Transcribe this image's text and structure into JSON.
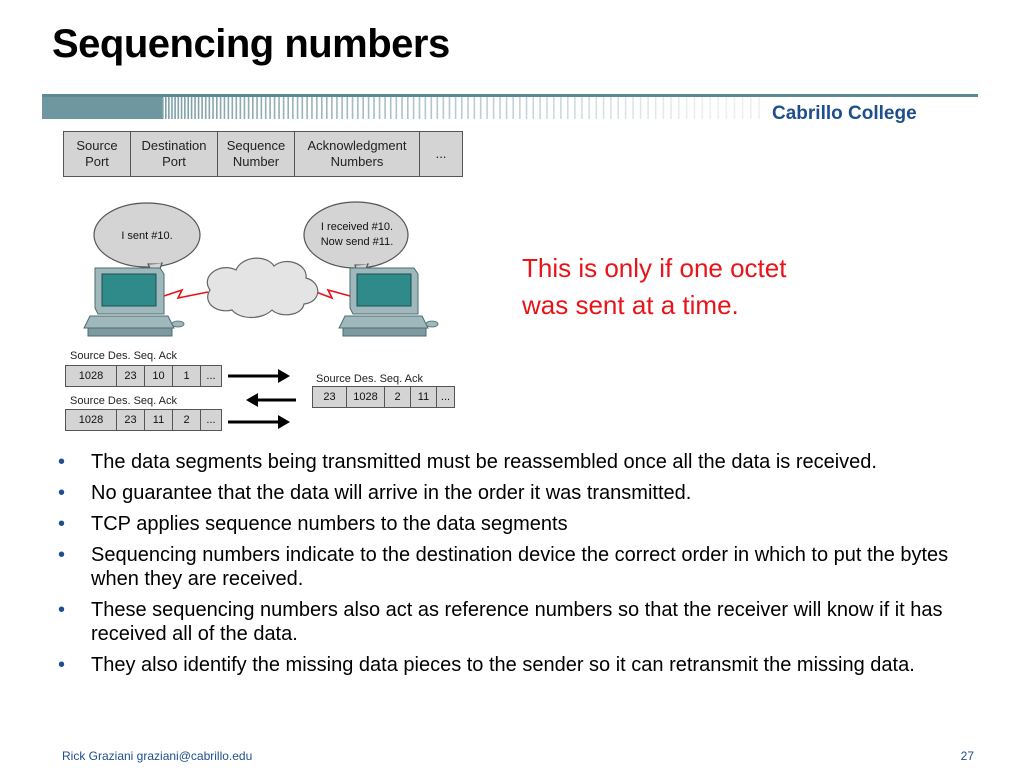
{
  "slide": {
    "title": "Sequencing numbers",
    "college": "Cabrillo College",
    "note_line1": "This is only if one octet",
    "note_line2": "was sent at a time.",
    "footer_author": "Rick Graziani  graziani@cabrillo.edu",
    "page_number": "27"
  },
  "header_fields": [
    {
      "line1": "Source",
      "line2": "Port"
    },
    {
      "line1": "Destination",
      "line2": "Port"
    },
    {
      "line1": "Sequence",
      "line2": "Number"
    },
    {
      "line1": "Acknowledgment",
      "line2": "Numbers"
    },
    {
      "line1": "...",
      "line2": ""
    }
  ],
  "bubbles": {
    "left": "I sent #10.",
    "right_line1": "I received #10.",
    "right_line2": "Now send #11."
  },
  "segment_label": "Source  Des. Seq. Ack",
  "segments": {
    "first": [
      "1028",
      "23",
      "10",
      "1",
      "..."
    ],
    "reply": [
      "23",
      "1028",
      "2",
      "11",
      "..."
    ],
    "second": [
      "1028",
      "23",
      "11",
      "2",
      "..."
    ]
  },
  "bullets": [
    "The data segments being transmitted must be reassembled once all the data is received.",
    "No guarantee that the data will arrive in the order it was transmitted.",
    "TCP applies sequence numbers to the data segments",
    "Sequencing numbers indicate to the destination device the correct order in which to put the bytes when they are received.",
    "These sequencing numbers also act as reference numbers so that the receiver will know if it has received all of the data.",
    "They also identify the missing data pieces to the sender so it can retransmit the missing data."
  ],
  "bullet_symbol": "•",
  "colors": {
    "title": "#000000",
    "note": "#e8141a",
    "brand": "#1f4e8c",
    "header_bar": "#5a8a93",
    "table_cell": "#d4d4d4"
  }
}
